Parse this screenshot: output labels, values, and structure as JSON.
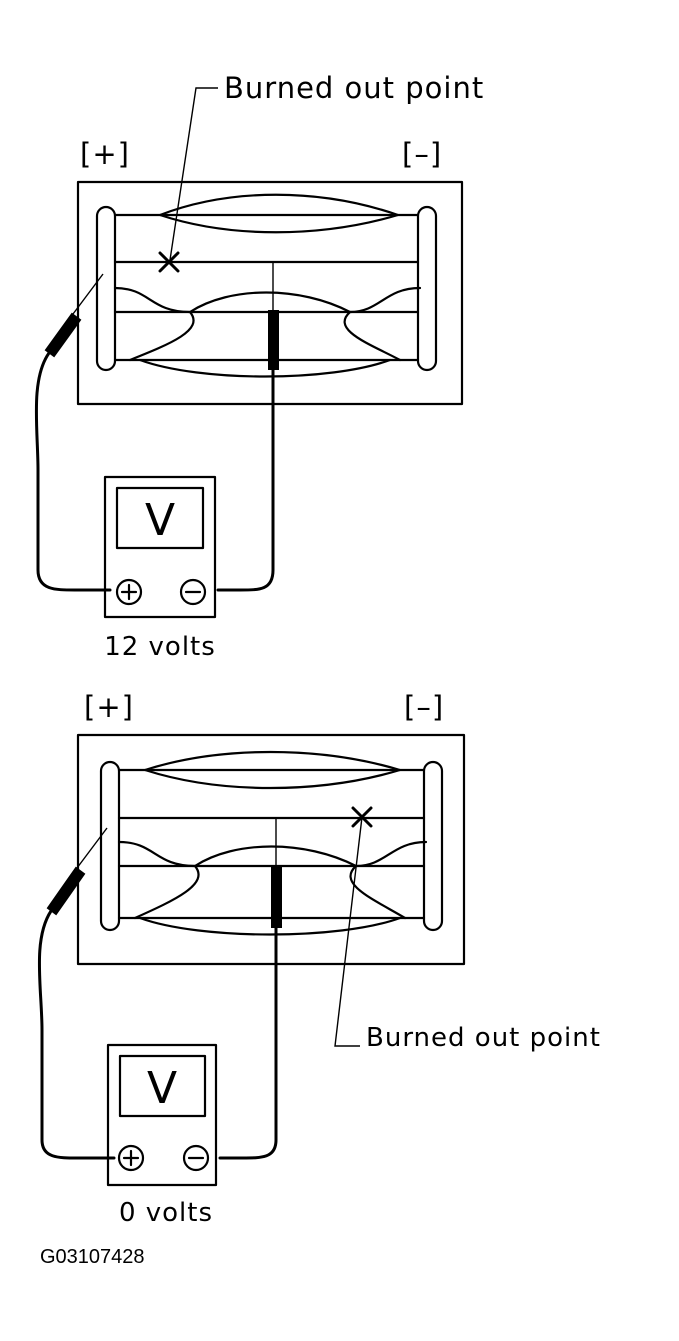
{
  "figure_id": "G03107428",
  "top_panel": {
    "terminal_positive": "[+]",
    "terminal_negative": "[–]",
    "burned_out_label": "Burned out point",
    "meter_symbol": "V",
    "meter_pos_symbol": "⊕",
    "meter_neg_symbol": "⊖",
    "reading": "12 volts"
  },
  "bottom_panel": {
    "terminal_positive": "[+]",
    "terminal_negative": "[–]",
    "burned_out_label": "Burned out point",
    "meter_symbol": "V",
    "meter_pos_symbol": "⊕",
    "meter_neg_symbol": "⊖",
    "reading": "0 volts"
  }
}
